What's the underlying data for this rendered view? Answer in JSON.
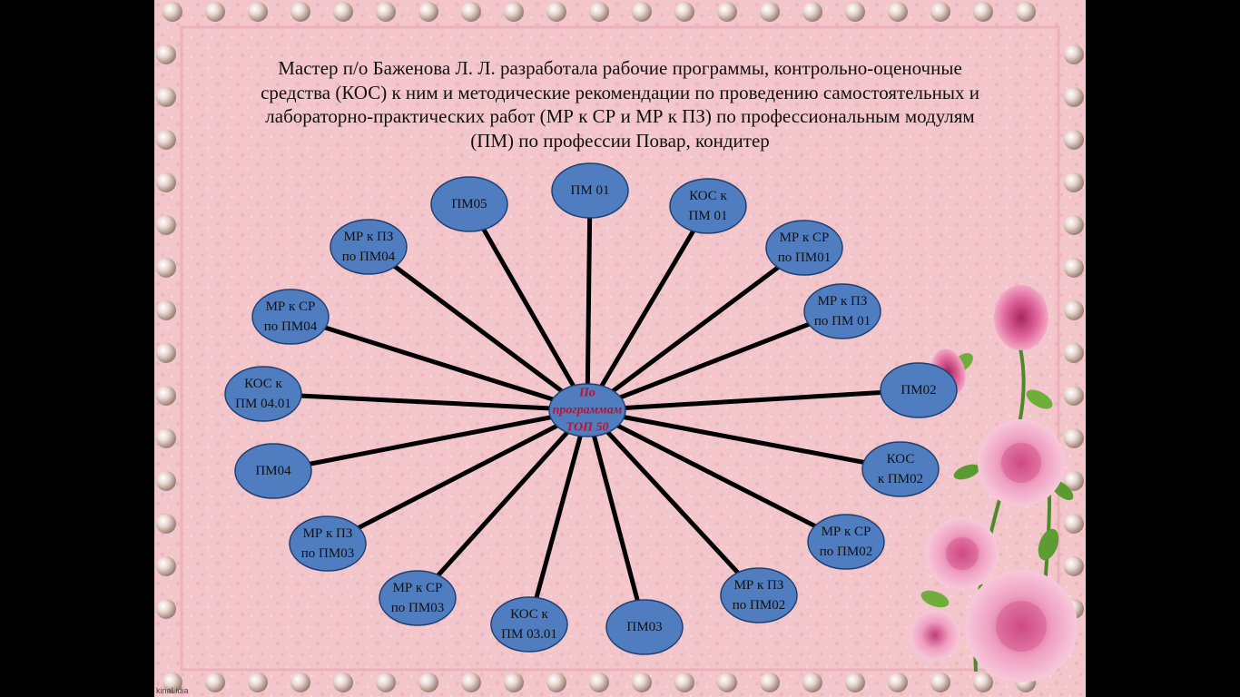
{
  "title_lines": [
    "Мастер п/о Баженова Л. Л. разработала рабочие программы, контрольно-оценочные",
    "средства (КОС) к ним и методические рекомендации по проведению самостоятельных и",
    "лабораторно-практических работ (МР к СР и МР к ПЗ) по профессиональным модулям",
    "(ПМ) по профессии Повар, кондитер"
  ],
  "watermark": "kinaLidia",
  "center": {
    "lines": [
      "По",
      "программам",
      "ТОП 50"
    ],
    "color": "#c0102b"
  },
  "colors": {
    "node_fill": "#4f7dbf",
    "node_stroke": "#1f3f70",
    "spoke": "#000000",
    "background": "#f2c4ca"
  },
  "nodes": [
    {
      "id": "pm01",
      "lines": [
        "ПМ 01"
      ]
    },
    {
      "id": "kos-pm01",
      "lines": [
        "КОС к",
        "ПМ 01"
      ]
    },
    {
      "id": "mr-sr-pm01",
      "lines": [
        "МР к СР",
        "по ПМ01"
      ]
    },
    {
      "id": "mr-pz-pm01",
      "lines": [
        "МР к ПЗ",
        "по ПМ 01"
      ]
    },
    {
      "id": "pm02",
      "lines": [
        "ПМ02"
      ]
    },
    {
      "id": "kos-pm02",
      "lines": [
        "КОС",
        "к ПМ02"
      ]
    },
    {
      "id": "mr-sr-pm02",
      "lines": [
        "МР к СР",
        "по ПМ02"
      ]
    },
    {
      "id": "mr-pz-pm02",
      "lines": [
        "МР к ПЗ",
        "по ПМ02"
      ]
    },
    {
      "id": "pm03",
      "lines": [
        "ПМ03"
      ]
    },
    {
      "id": "kos-pm0301",
      "lines": [
        "КОС к",
        "ПМ 03.01"
      ]
    },
    {
      "id": "mr-sr-pm03",
      "lines": [
        "МР к СР",
        "по ПМ03"
      ]
    },
    {
      "id": "mr-pz-pm03",
      "lines": [
        "МР к ПЗ",
        "по ПМ03"
      ]
    },
    {
      "id": "pm04",
      "lines": [
        "ПМ04"
      ]
    },
    {
      "id": "kos-pm0401",
      "lines": [
        "КОС к",
        "ПМ 04.01"
      ]
    },
    {
      "id": "mr-sr-pm04",
      "lines": [
        "МР к СР",
        "по ПМ04"
      ]
    },
    {
      "id": "mr-pz-pm04",
      "lines": [
        "МР к ПЗ",
        "по ПМ04"
      ]
    },
    {
      "id": "pm05",
      "lines": [
        "ПМ05"
      ]
    }
  ]
}
